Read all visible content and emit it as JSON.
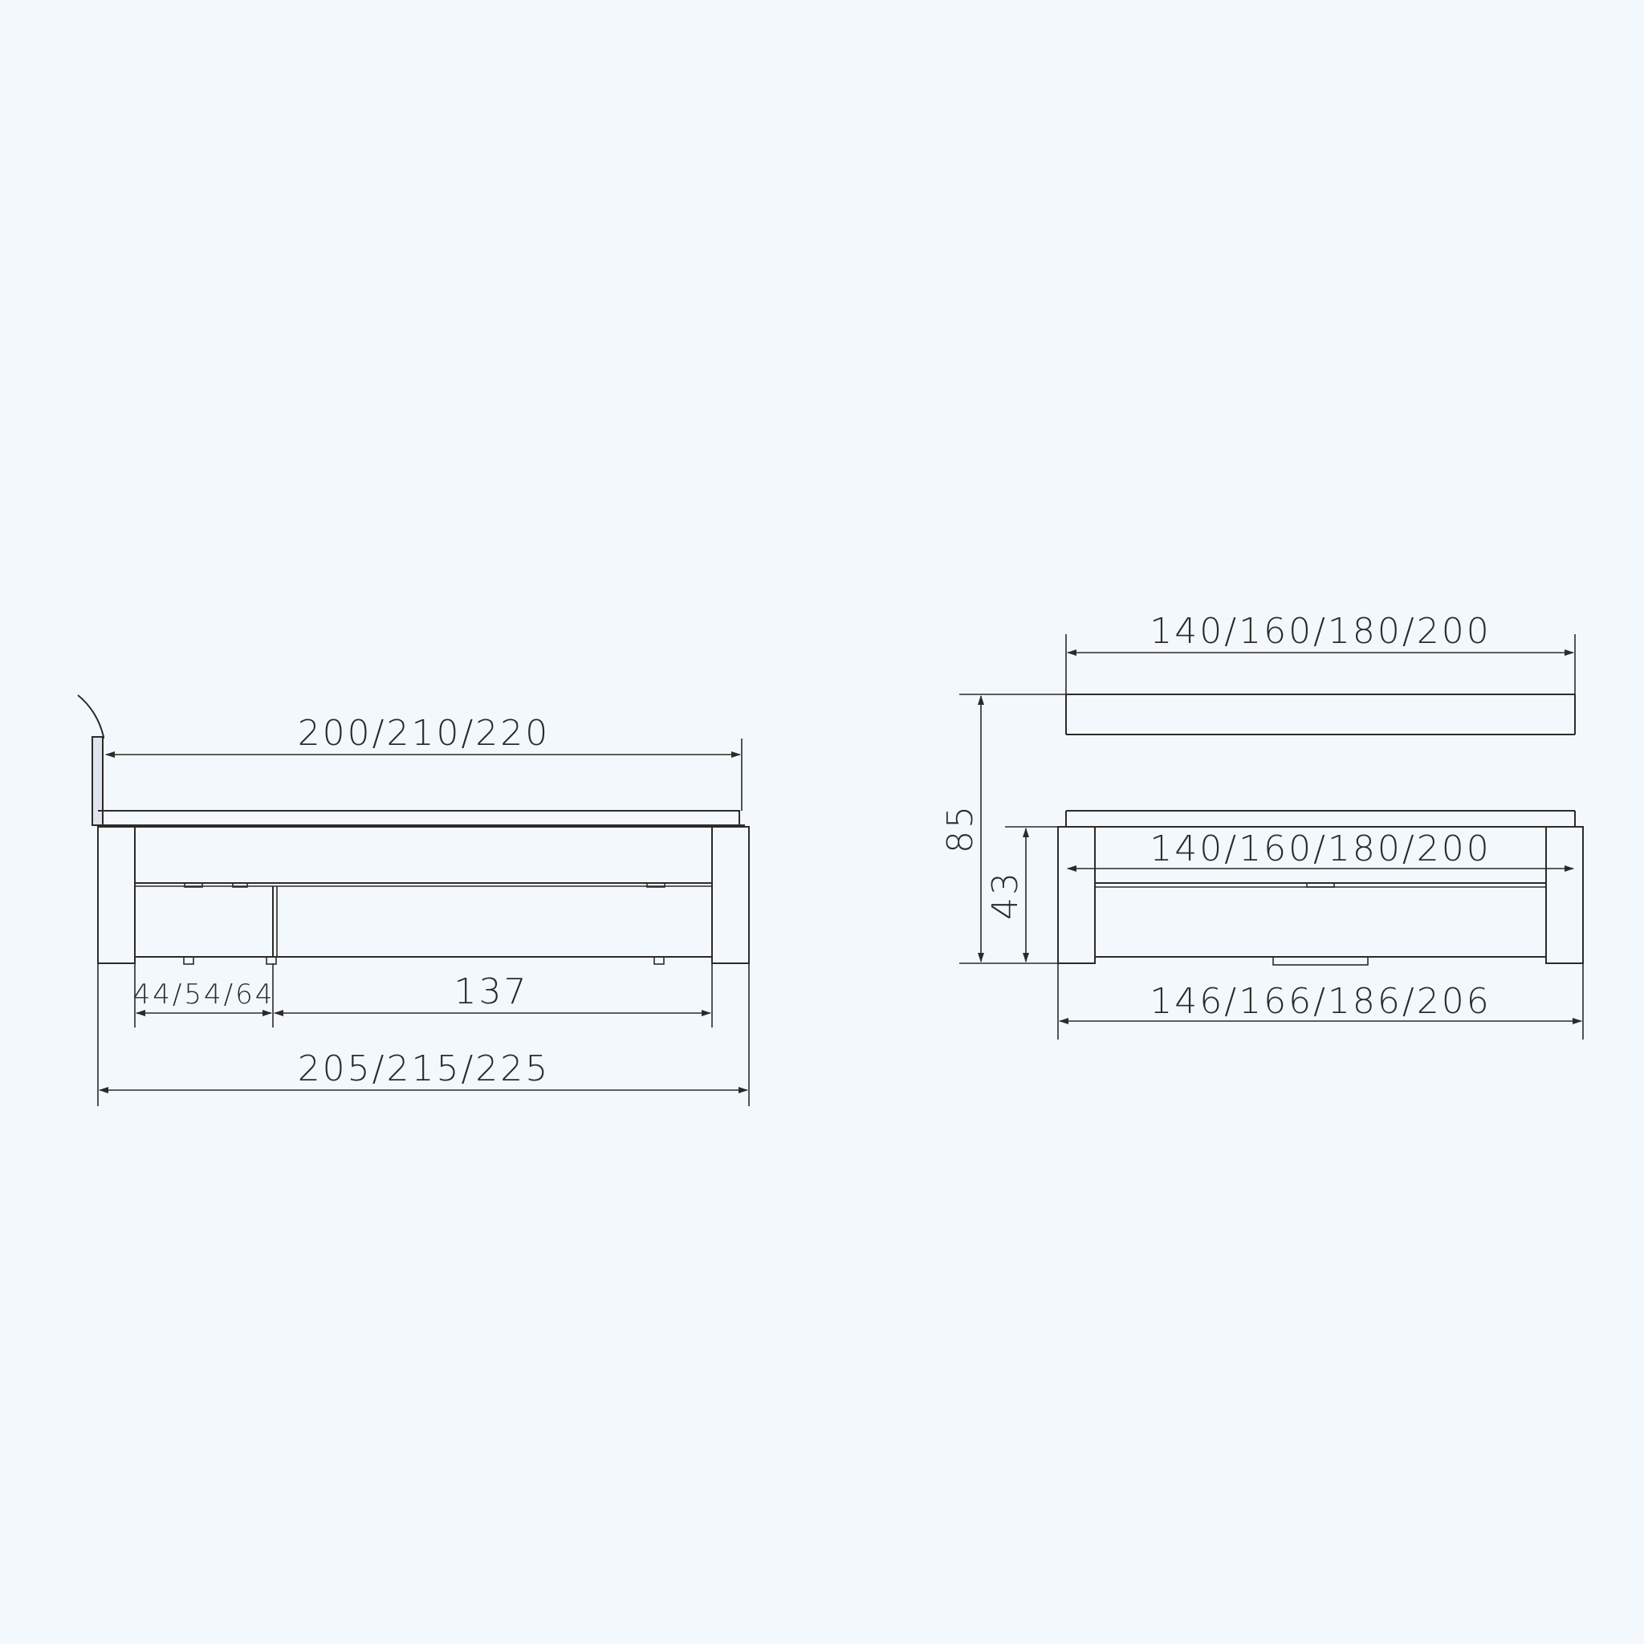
{
  "side_view": {
    "mattress_length": "200/210/220",
    "frame_length": "205/215/225",
    "headboard_offset": "44/54/64",
    "drawer_length": "137"
  },
  "front_view": {
    "headboard_width": "140/160/180/200",
    "mattress_width": "140/160/180/200",
    "frame_width": "146/166/186/206",
    "total_height": "85",
    "frame_height": "43"
  },
  "colors": {
    "line": "#2b2b2b",
    "background": "#f3f8fd"
  }
}
